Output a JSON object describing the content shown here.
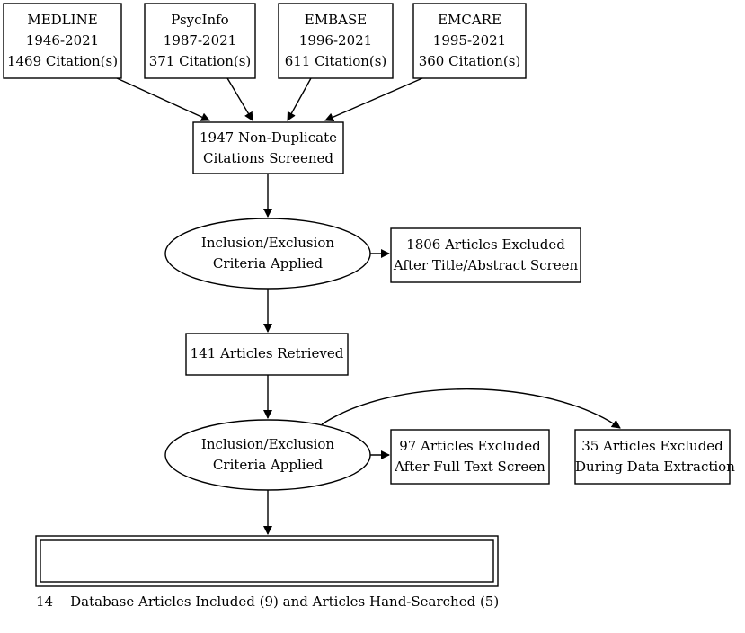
{
  "sources": [
    {
      "name": "MEDLINE",
      "years": "1946-2021",
      "citations": "1469 Citation(s)"
    },
    {
      "name": "PsycInfo",
      "years": "1987-2021",
      "citations": "371 Citation(s)"
    },
    {
      "name": "EMBASE",
      "years": "1996-2021",
      "citations": "611 Citation(s)"
    },
    {
      "name": "EMCARE",
      "years": "1995-2021",
      "citations": "360 Citation(s)"
    }
  ],
  "screened": {
    "line1": "1947 Non-Duplicate",
    "line2": "Citations Screened"
  },
  "criteria1": {
    "line1": "Inclusion/Exclusion",
    "line2": "Criteria Applied"
  },
  "excluded1": {
    "line1": "1806 Articles Excluded",
    "line2": "After Title/Abstract Screen"
  },
  "retrieved": {
    "label": "141 Articles Retrieved"
  },
  "criteria2": {
    "line1": "Inclusion/Exclusion",
    "line2": "Criteria Applied"
  },
  "excluded2": {
    "line1": "97 Articles Excluded",
    "line2": "After Full Text Screen"
  },
  "excluded3": {
    "line1": "35 Articles Excluded",
    "line2": "During Data Extraction"
  },
  "included": {
    "label": "14    Database Articles Included (9) and Articles Hand-Searched (5)"
  }
}
